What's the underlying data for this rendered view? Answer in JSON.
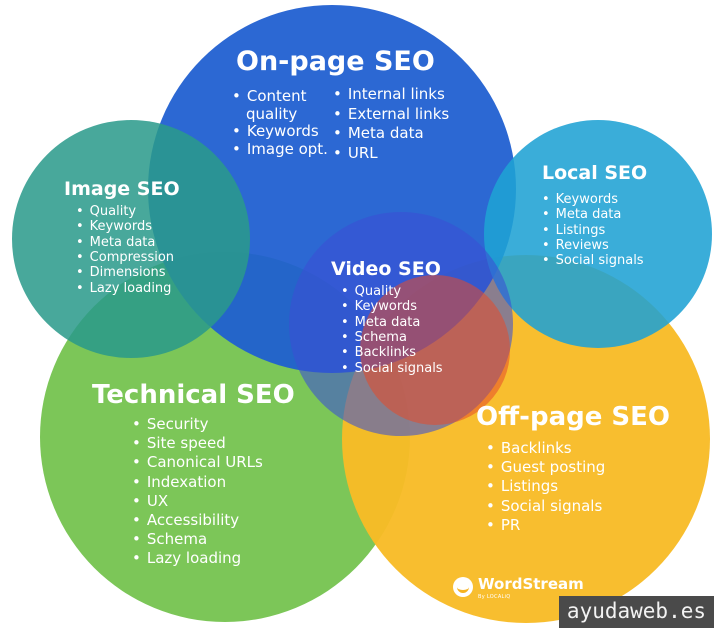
{
  "diagram": {
    "onpage": {
      "title": "On-page SEO",
      "items_left": [
        "Content quality",
        "Keywords",
        "Image opt."
      ],
      "items_right": [
        "Internal links",
        "External links",
        "Meta data",
        "URL"
      ]
    },
    "image": {
      "title": "Image SEO",
      "items": [
        "Quality",
        "Keywords",
        "Meta data",
        "Compression",
        "Dimensions",
        "Lazy loading"
      ]
    },
    "local": {
      "title": "Local SEO",
      "items": [
        "Keywords",
        "Meta data",
        "Listings",
        "Reviews",
        "Social signals"
      ]
    },
    "video": {
      "title": "Video SEO",
      "items": [
        "Quality",
        "Keywords",
        "Meta data",
        "Schema",
        "Backlinks",
        "Social signals"
      ]
    },
    "technical": {
      "title": "Technical SEO",
      "items": [
        "Security",
        "Site speed",
        "Canonical URLs",
        "Indexation",
        "UX",
        "Accessibility",
        "Schema",
        "Lazy loading"
      ]
    },
    "offpage": {
      "title": "Off-page SEO",
      "items": [
        "Backlinks",
        "Guest posting",
        "Listings",
        "Social signals",
        "PR"
      ]
    }
  },
  "colors": {
    "onpage": "#1f5fd0",
    "image": "#2a9a8a",
    "local": "#1fa2d4",
    "video": "#3b4fd4",
    "technical": "#7cc658",
    "offpage": "#f8bb27"
  },
  "logo": {
    "name": "WordStream",
    "sub": "By LOCALiQ"
  },
  "watermark": "ayudaweb.es"
}
